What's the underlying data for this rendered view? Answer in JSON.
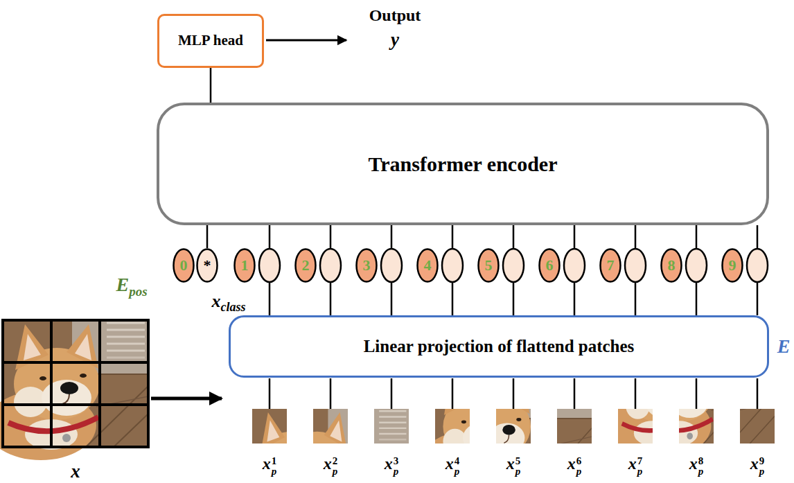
{
  "diagram": {
    "nodes": [
      {
        "text": [
          "MLP head"
        ]
      },
      {
        "text": [
          "Transformer encoder"
        ]
      },
      {
        "text": [
          "0"
        ]
      },
      {
        "text": [
          "*"
        ]
      },
      {
        "text": [
          "1"
        ]
      },
      {
        "text": [
          "2"
        ]
      },
      {
        "text": [
          "3"
        ]
      },
      {
        "text": [
          "4"
        ]
      },
      {
        "text": [
          "5"
        ]
      },
      {
        "text": [
          "6"
        ]
      },
      {
        "text": [
          "7"
        ]
      },
      {
        "text": [
          "8"
        ]
      },
      {
        "text": [
          "9"
        ]
      },
      {
        "text": [
          "Linear projection of flattend patches"
        ]
      }
    ],
    "edges": [
      {
        "from": 1,
        "to": 0,
        "arrow": "none"
      },
      {
        "from": 3,
        "to": 1,
        "arrow": "none"
      },
      {
        "from": 13,
        "to": 1,
        "arrow": "none"
      },
      {
        "from": 13,
        "to": 1,
        "arrow": "none"
      },
      {
        "from": 13,
        "to": 1,
        "arrow": "none"
      },
      {
        "from": 13,
        "to": 1,
        "arrow": "none"
      },
      {
        "from": 13,
        "to": 1,
        "arrow": "none"
      },
      {
        "from": 13,
        "to": 1,
        "arrow": "none"
      },
      {
        "from": 13,
        "to": 1,
        "arrow": "none"
      },
      {
        "from": 13,
        "to": 1,
        "arrow": "none"
      },
      {
        "from": 13,
        "to": 1,
        "arrow": "none"
      }
    ],
    "labels": [
      "Output",
      "y",
      "E",
      "pos",
      "x",
      "class",
      "E",
      "x",
      "x",
      "p",
      "1",
      "x",
      "p",
      "2",
      "x",
      "p",
      "3",
      "x",
      "p",
      "4",
      "x",
      "p",
      "5",
      "x",
      "p",
      "6",
      "x",
      "p",
      "7",
      "x",
      "p",
      "8",
      "x",
      "p",
      "9"
    ]
  }
}
